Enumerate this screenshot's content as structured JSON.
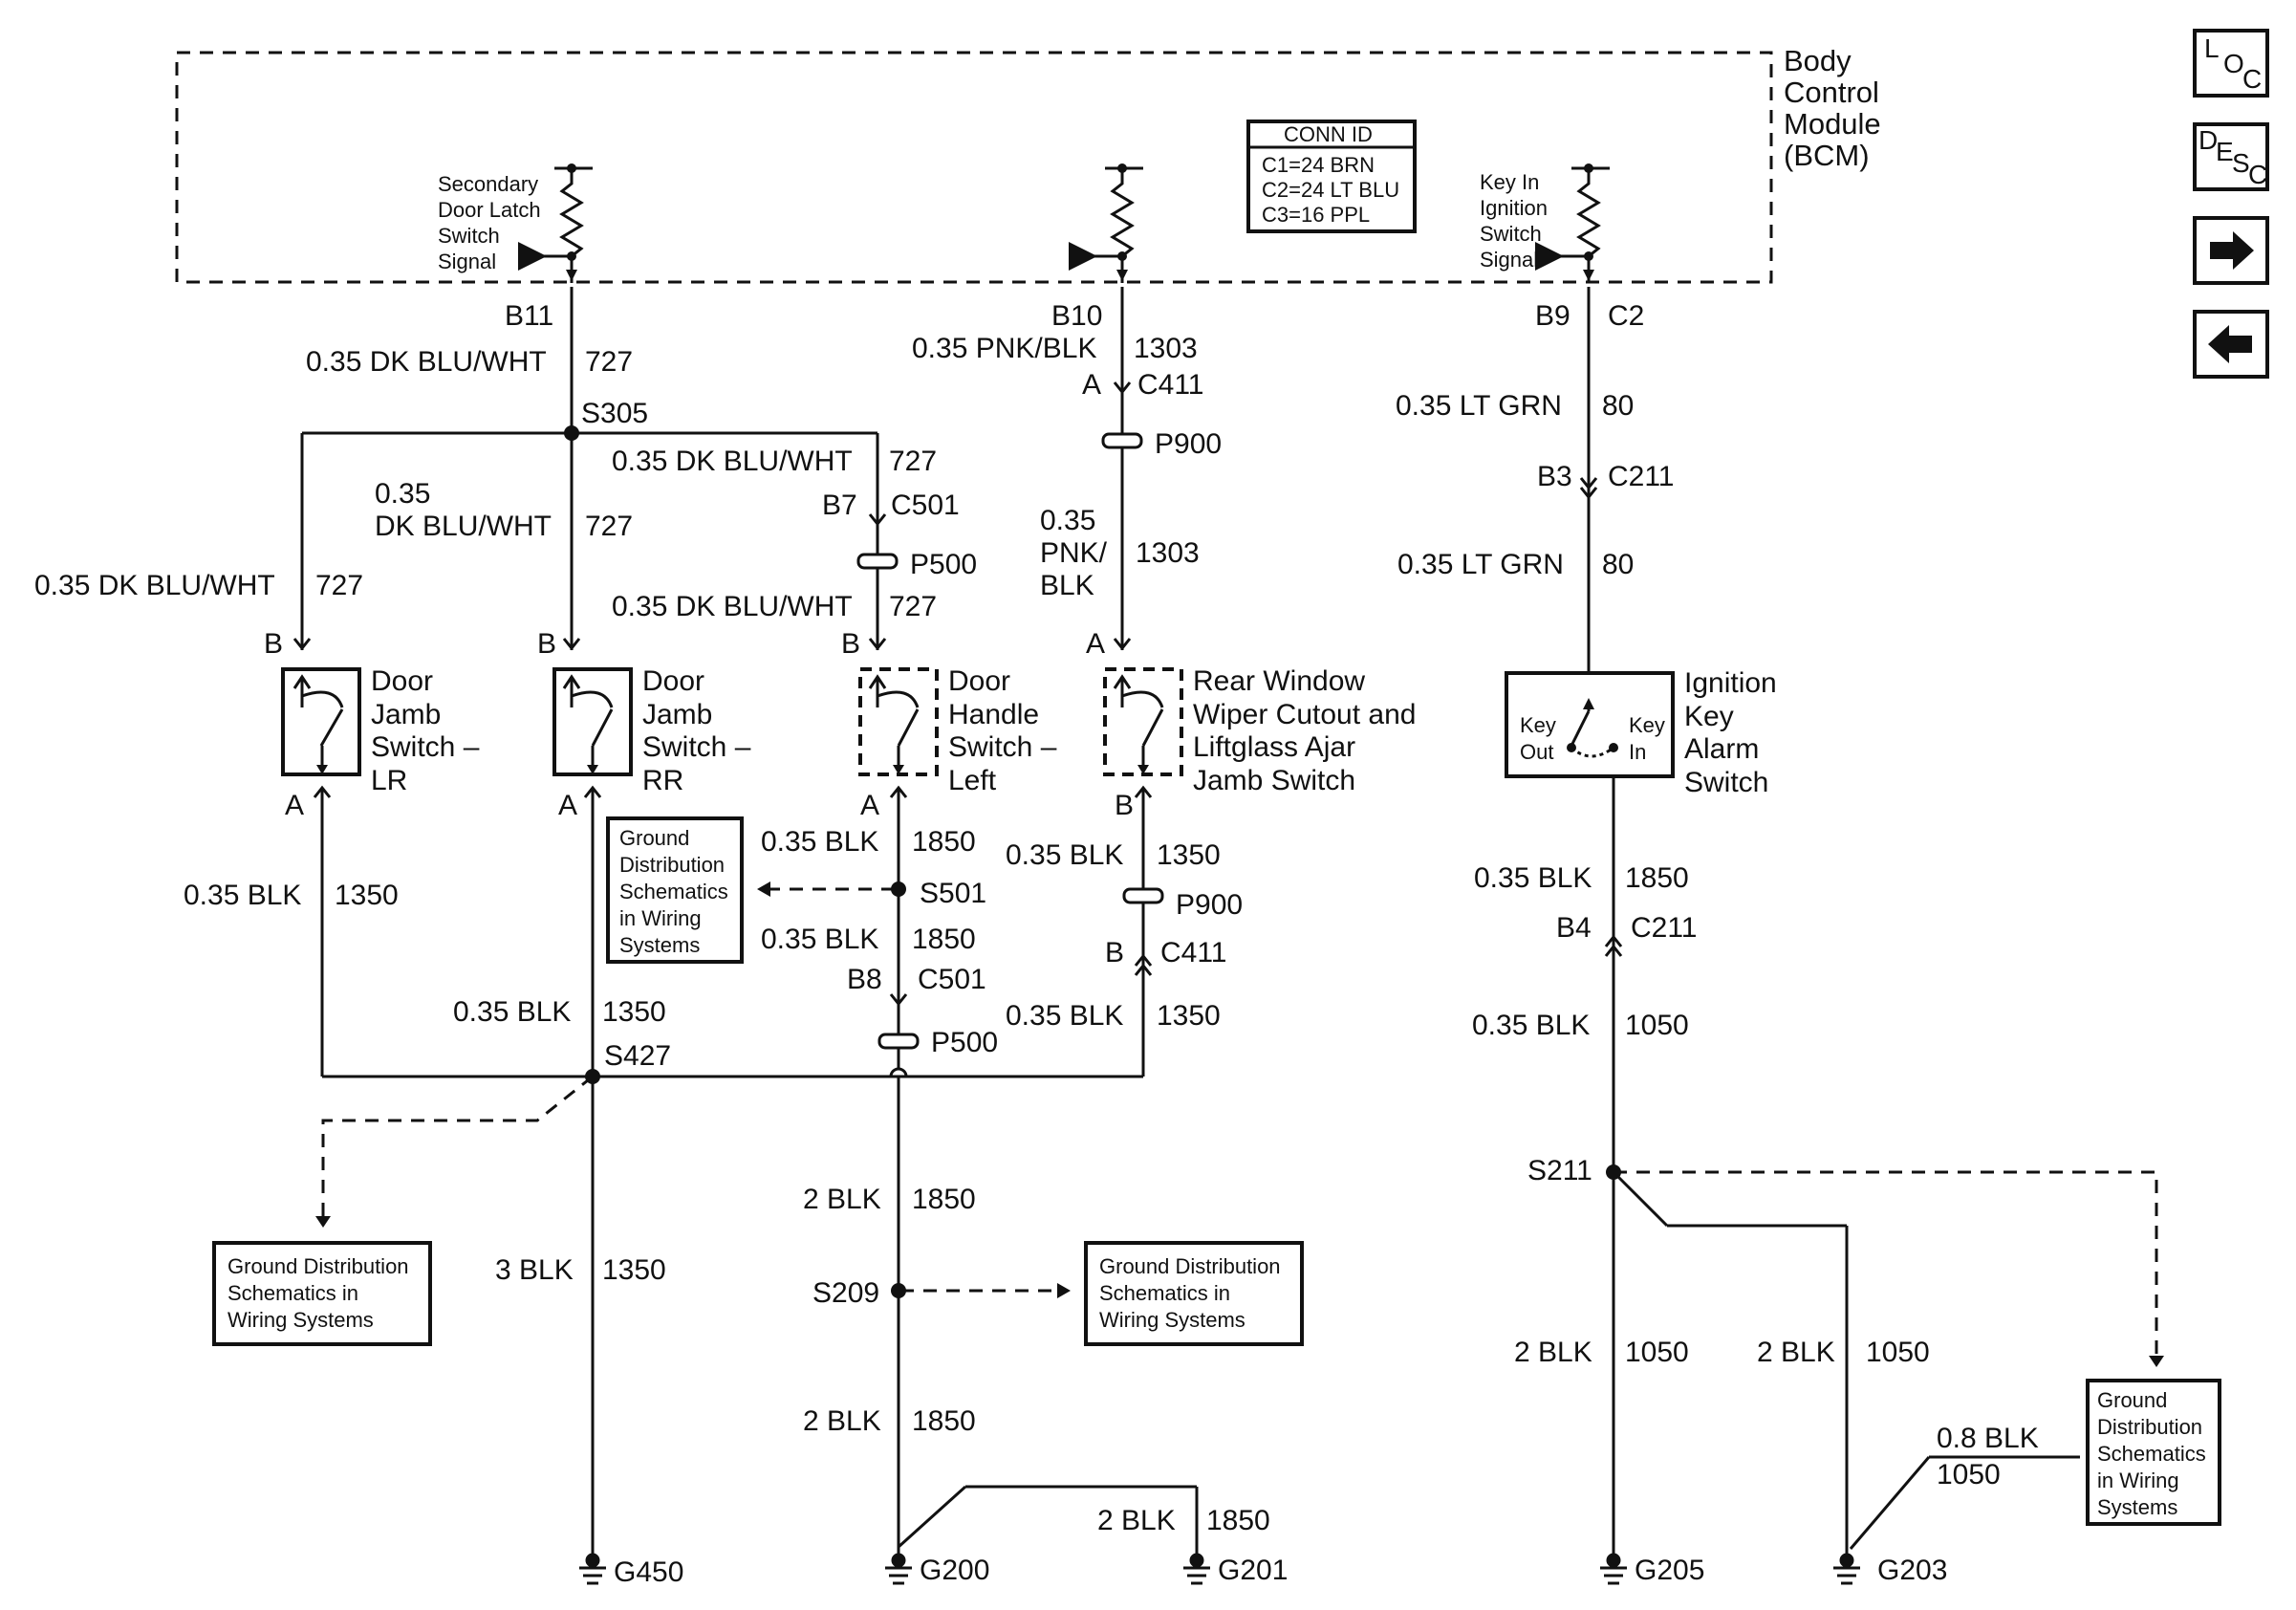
{
  "bcm": {
    "title_lines": [
      "Body",
      "Control",
      "Module",
      "(BCM)"
    ],
    "conn_id": {
      "title": "CONN ID",
      "rows": [
        "C1=24 BRN",
        "C2=24 LT BLU",
        "C3=16 PPL"
      ]
    },
    "inputs": [
      [
        "Secondary",
        "Door Latch",
        "Switch",
        "Signal"
      ],
      [
        "Key In",
        "Ignition",
        "Switch",
        "Signal"
      ]
    ]
  },
  "nav": {
    "loc": [
      "L",
      "O",
      "C"
    ],
    "desc": [
      "D",
      "E",
      "S",
      "C"
    ]
  },
  "pins": [
    "B11",
    "B10",
    "B9",
    "C2",
    "B7",
    "C501",
    "A",
    "C411",
    "B3",
    "C211",
    "B",
    "B",
    "B",
    "A",
    "A",
    "A",
    "A",
    "B",
    "B8",
    "C501",
    "B",
    "C411",
    "B4",
    "C211"
  ],
  "wires": [
    [
      "0.35 DK BLU/WHT",
      "727"
    ],
    [
      "0.35 PNK/BLK",
      "1303"
    ],
    [
      "0.35 LT GRN",
      "80"
    ],
    [
      "0.35 DK BLU/WHT",
      "727"
    ],
    [
      "0.35",
      "DK BLU/WHT",
      "727"
    ],
    [
      "0.35 DK BLU/WHT",
      "727"
    ],
    [
      "0.35 DK BLU/WHT",
      "727"
    ],
    [
      "0.35",
      "PNK/",
      "BLK",
      "1303"
    ],
    [
      "0.35 LT GRN",
      "80"
    ],
    [
      "0.35 BLK",
      "1350"
    ],
    [
      "0.35 BLK",
      "1850"
    ],
    [
      "0.35 BLK",
      "1350"
    ],
    [
      "0.35 BLK",
      "1850"
    ],
    [
      "0.35 BLK",
      "1850"
    ],
    [
      "0.35 BLK",
      "1350"
    ],
    [
      "0.35 BLK",
      "1350"
    ],
    [
      "0.35 BLK",
      "1050"
    ],
    [
      "3 BLK",
      "1350"
    ],
    [
      "2 BLK",
      "1850"
    ],
    [
      "2 BLK",
      "1850"
    ],
    [
      "2 BLK",
      "1850"
    ],
    [
      "2 BLK",
      "1050"
    ],
    [
      "2 BLK",
      "1050"
    ],
    [
      "0.8 BLK",
      "1050"
    ]
  ],
  "splices": [
    "S305",
    "S501",
    "S427",
    "S209",
    "S211"
  ],
  "connectors": [
    "P900",
    "P500",
    "P500",
    "P900"
  ],
  "grounds": [
    "G450",
    "G200",
    "G201",
    "G205",
    "G203"
  ],
  "switches": {
    "lr": [
      "Door",
      "Jamb",
      "Switch –",
      "LR"
    ],
    "rr": [
      "Door",
      "Jamb",
      "Switch –",
      "RR"
    ],
    "handle": [
      "Door",
      "Handle",
      "Switch –",
      "Left"
    ],
    "rear": [
      "Rear Window",
      "Wiper Cutout and",
      "Liftglass Ajar",
      "Jamb Switch"
    ],
    "ignition": [
      "Ignition",
      "Key",
      "Alarm",
      "Switch"
    ],
    "key_out": [
      "Key",
      "Out"
    ],
    "key_in": [
      "Key",
      "In"
    ]
  },
  "ground_ref": [
    "Ground",
    "Distribution",
    "Schematics",
    "in Wiring",
    "Systems"
  ],
  "ground_ref_wide": [
    "Ground Distribution",
    "Schematics in",
    "Wiring Systems"
  ]
}
